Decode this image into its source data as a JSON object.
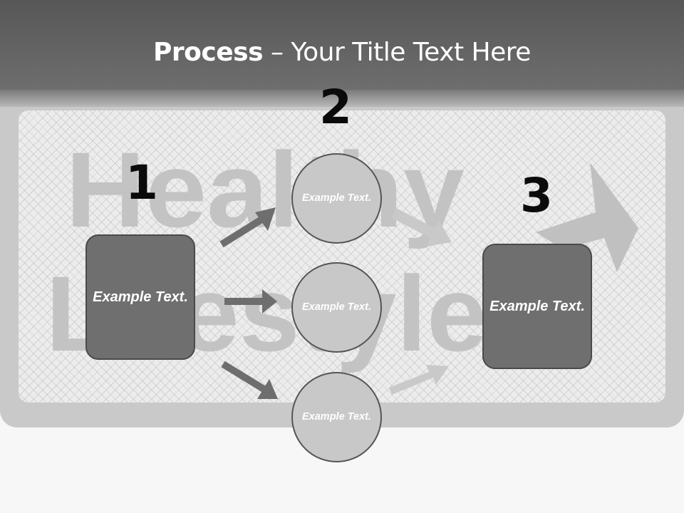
{
  "title": {
    "bold": "Process",
    "rest": " – Your Title Text Here"
  },
  "background_words": [
    "Healthy",
    "Lifestyle"
  ],
  "steps": [
    {
      "number": "1",
      "text": "Example Text."
    },
    {
      "number": "2",
      "text": "Example Text."
    },
    {
      "number": "3",
      "text": "Example Text."
    }
  ],
  "circles": [
    {
      "text": "Example Text."
    },
    {
      "text": "Example Text."
    },
    {
      "text": "Example Text."
    }
  ],
  "colors": {
    "header": "#575757",
    "box_fill": "#6f6f6f",
    "circle_fill": "#c8c8c8",
    "arrow": "#6e6e6e"
  }
}
